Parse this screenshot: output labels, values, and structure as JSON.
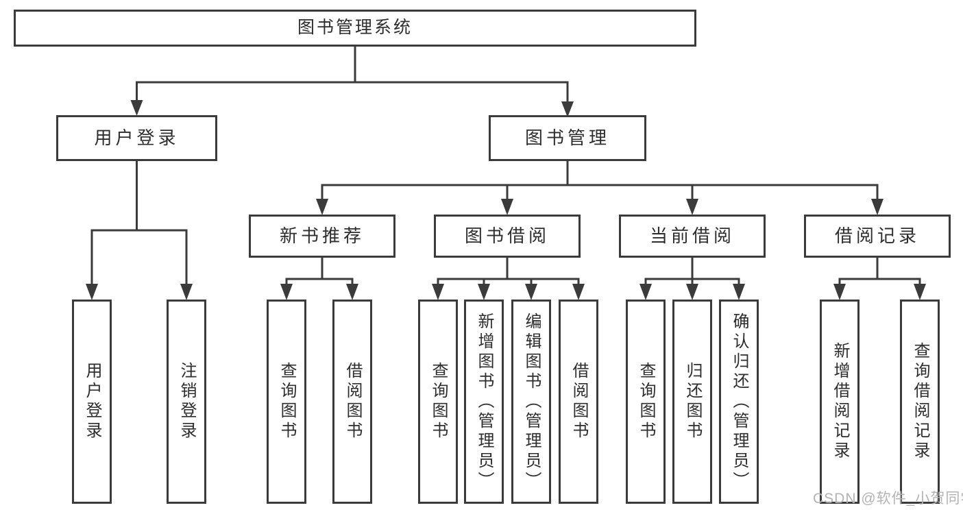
{
  "colors": {
    "line": "#3b3b3b",
    "text": "#2d2d2d",
    "watermark": "#b3b3b3",
    "background": "#ffffff"
  },
  "watermark": {
    "text": "CSDN @软件_小贺同学"
  },
  "tree": {
    "root": {
      "label": "图书管理系统"
    },
    "user_login": {
      "label": "用户登录"
    },
    "book_mgmt": {
      "label": "图书管理"
    },
    "new_book_rec": {
      "label": "新书推荐"
    },
    "book_borrow": {
      "label": "图书借阅"
    },
    "current_borrow": {
      "label": "当前借阅"
    },
    "borrow_record": {
      "label": "借阅记录"
    },
    "leaves": {
      "user_login": {
        "label": "用户登录"
      },
      "logout": {
        "label": "注销登录"
      },
      "nb_query": {
        "label": "查询图书"
      },
      "nb_borrow": {
        "label": "借阅图书"
      },
      "bb_query": {
        "label": "查询图书"
      },
      "bb_add": {
        "label": "新增图书（管理员）"
      },
      "bb_edit": {
        "label": "编辑图书（管理员）"
      },
      "bb_borrow": {
        "label": "借阅图书"
      },
      "cb_query": {
        "label": "查询图书"
      },
      "cb_return": {
        "label": "归还图书"
      },
      "cb_confirm": {
        "label": "确认归还（管理员）"
      },
      "br_add": {
        "label": "新增借阅记录"
      },
      "br_query": {
        "label": "查询借阅记录"
      }
    }
  }
}
